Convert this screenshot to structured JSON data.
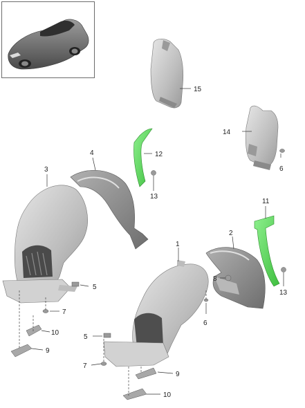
{
  "diagram": {
    "thumbnail_label": "",
    "callouts": [
      {
        "id": "c1",
        "text": "1"
      },
      {
        "id": "c2",
        "text": "2"
      },
      {
        "id": "c3",
        "text": "3"
      },
      {
        "id": "c4",
        "text": "4"
      },
      {
        "id": "c5a",
        "text": "5"
      },
      {
        "id": "c5b",
        "text": "5"
      },
      {
        "id": "c6a",
        "text": "6"
      },
      {
        "id": "c6b",
        "text": "6"
      },
      {
        "id": "c7a",
        "text": "7"
      },
      {
        "id": "c7b",
        "text": "7"
      },
      {
        "id": "c8",
        "text": "8"
      },
      {
        "id": "c9a",
        "text": "9"
      },
      {
        "id": "c9b",
        "text": "9"
      },
      {
        "id": "c10a",
        "text": "10"
      },
      {
        "id": "c10b",
        "text": "10"
      },
      {
        "id": "c11",
        "text": "11"
      },
      {
        "id": "c12",
        "text": "12"
      },
      {
        "id": "c13a",
        "text": "13"
      },
      {
        "id": "c13b",
        "text": "13"
      },
      {
        "id": "c14",
        "text": "14"
      },
      {
        "id": "c15",
        "text": "15"
      }
    ],
    "colors": {
      "part_gray": "#c9c9c9",
      "part_dark": "#8a8a8a",
      "highlight_green": "#5fd35f",
      "line": "#333333"
    }
  }
}
